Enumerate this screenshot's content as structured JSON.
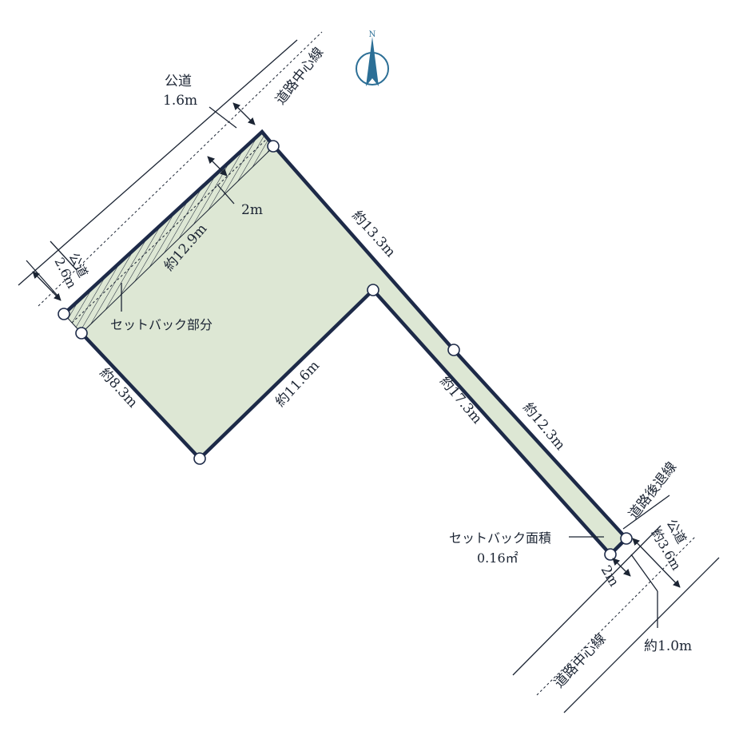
{
  "colors": {
    "lot_fill": "#dde7d4",
    "lot_outline": "#1d2a48",
    "line": "#1b2433",
    "compass": "#2c6f96"
  },
  "compass": {
    "north_label": "N"
  },
  "labels": {
    "public_road_top": "公道",
    "public_road_top_width": "1.6m",
    "road_center_top": "道路中心線",
    "setback_2m_top": "2m",
    "public_road_left": "公道",
    "public_road_left_width": "2.6m",
    "edge_top_left": "約12.9m",
    "setback_part": "セットバック部分",
    "edge_top_right": "約13.3m",
    "edge_left": "約8.3m",
    "edge_bottom": "約11.6m",
    "edge_strip_left": "約17.3m",
    "edge_strip_right": "約12.3m",
    "road_setback_line": "道路後退線",
    "setback_area_title": "セットバック面積",
    "setback_area_value": "0.16㎡",
    "public_road_right": "公道",
    "public_road_right_width": "約3.6m",
    "setback_2m_bottom": "2m",
    "offset_1m": "約1.0m",
    "road_center_bottom": "道路中心線"
  }
}
